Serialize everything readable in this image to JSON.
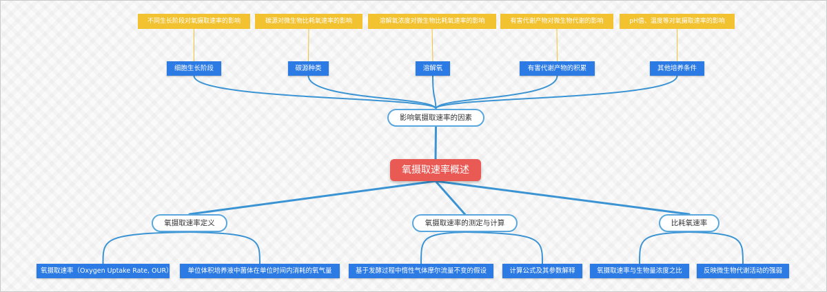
{
  "colors": {
    "root": "#e95a55",
    "branch_line": "#3a93d2",
    "branch_border": "#57a7de",
    "leaf_blue": "#2c7be5",
    "note_yellow": "#f2c230",
    "note_line": "#f2c230"
  },
  "root": {
    "label": "氧摄取速率概述"
  },
  "branches": {
    "factors": {
      "label": "影响氧摄取速率的因素",
      "children": [
        {
          "label": "细胞生长阶段",
          "note": "不同生长阶段对氧摄取速率的影响"
        },
        {
          "label": "碳源种类",
          "note": "碳源对微生物比耗氧速率的影响"
        },
        {
          "label": "溶解氧",
          "note": "溶解氧浓度对微生物比耗氧速率的影响"
        },
        {
          "label": "有害代谢产物的积累",
          "note": "有害代谢产物对微生物代谢的影响"
        },
        {
          "label": "其他培养条件",
          "note": "pH值、温度等对氧摄取速率的影响"
        }
      ]
    },
    "definition": {
      "label": "氧摄取速率定义",
      "children": [
        {
          "label": "氧摄取速率（Oxygen Uptake Rate, OUR）"
        },
        {
          "label": "单位体积培养液中菌体在单位时间内消耗的氧气量"
        }
      ]
    },
    "measurement": {
      "label": "氧摄取速率的测定与计算",
      "children": [
        {
          "label": "基于发酵过程中惰性气体摩尔流量不变的假设"
        },
        {
          "label": "计算公式及其参数解释"
        }
      ]
    },
    "specific": {
      "label": "比耗氧速率",
      "children": [
        {
          "label": "氧摄取速率与生物量浓度之比"
        },
        {
          "label": "反映微生物代谢活动的强弱"
        }
      ]
    }
  }
}
